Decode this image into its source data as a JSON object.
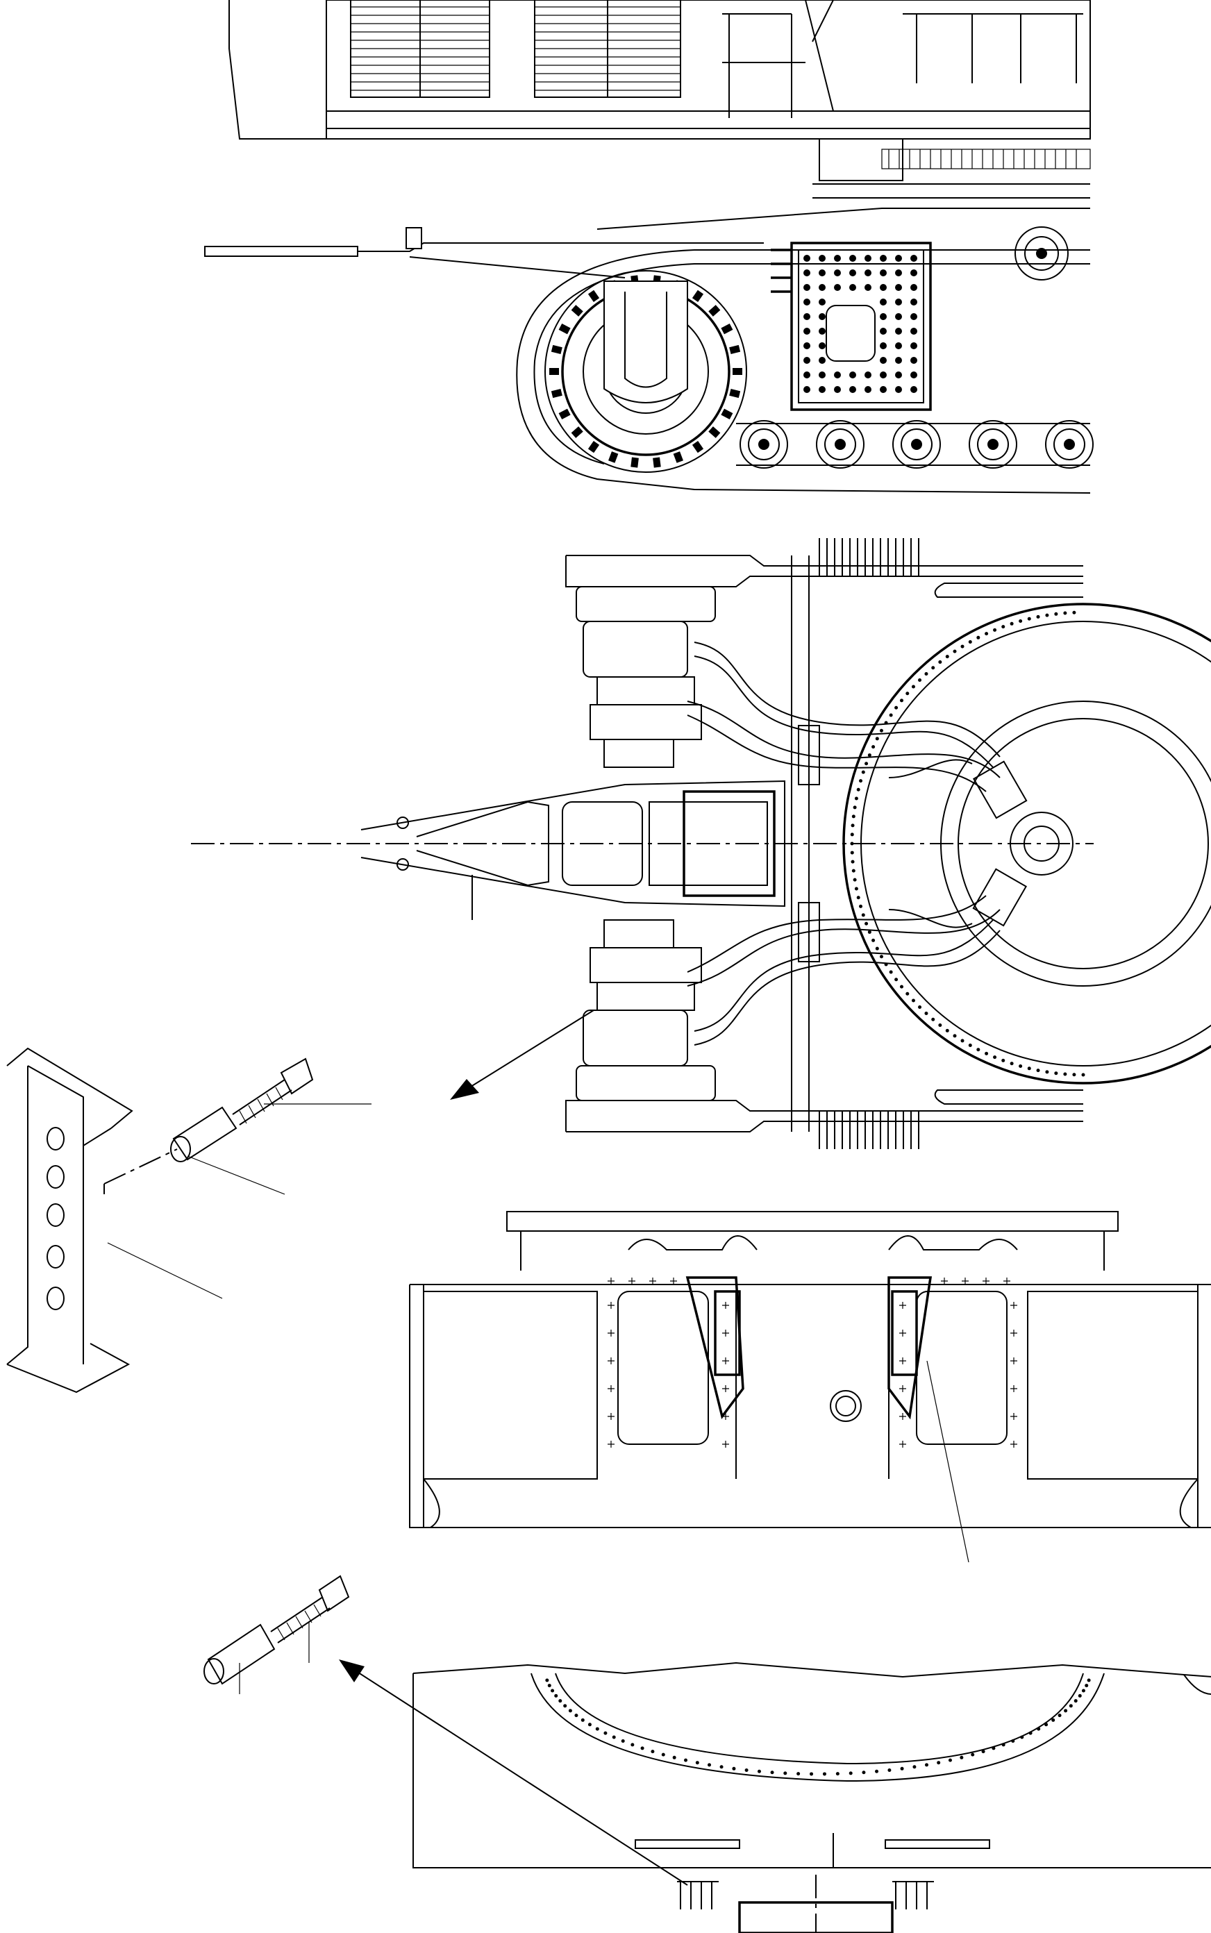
{
  "drawing": {
    "title": "",
    "palette": {
      "line": "#000000",
      "background": "#ffffff"
    },
    "views": [
      {
        "id": "crawler-side-view",
        "label": ""
      },
      {
        "id": "carbody-top-view",
        "label": ""
      },
      {
        "id": "pin-detail-upper",
        "label": ""
      },
      {
        "id": "carbody-end-view",
        "label": ""
      },
      {
        "id": "carbody-lower-view",
        "label": ""
      },
      {
        "id": "pin-detail-lower",
        "label": ""
      }
    ],
    "callouts": []
  }
}
